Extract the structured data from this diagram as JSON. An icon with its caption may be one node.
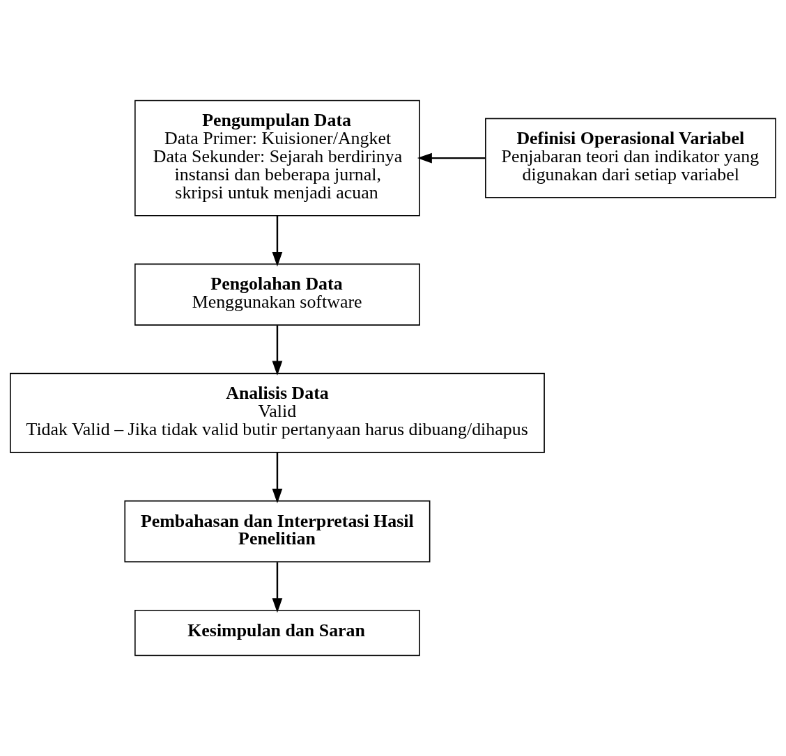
{
  "diagram": {
    "nodes": [
      {
        "text": [
          "Pengumpulan Data",
          "Data Primer: Kuisioner/Angket",
          "Data Sekunder: Sejarah berdirinya instansi dan beberapa jurnal, skripsi untuk menjadi acuan"
        ]
      },
      {
        "text": [
          "Definisi Operasional Variabel",
          "Penjabaran teori dan indikator yang digunakan dari setiap variabel"
        ]
      },
      {
        "text": [
          "Pengolahan Data",
          "Menggunakan software"
        ]
      },
      {
        "text": [
          "Analisis Data",
          "Valid",
          "Tidak Valid – Jika tidak valid butir pertanyaan harus dibuang/dihapus"
        ]
      },
      {
        "text": [
          "Pembahasan dan Interpretasi Hasil Penelitian"
        ]
      },
      {
        "text": [
          "Kesimpulan dan Saran"
        ]
      }
    ],
    "edges": [
      {
        "from": 1,
        "to": 0,
        "arrow": "to"
      },
      {
        "from": 0,
        "to": 2,
        "arrow": "to"
      },
      {
        "from": 2,
        "to": 3,
        "arrow": "to"
      },
      {
        "from": 3,
        "to": 4,
        "arrow": "to"
      },
      {
        "from": 4,
        "to": 5,
        "arrow": "to"
      }
    ]
  }
}
